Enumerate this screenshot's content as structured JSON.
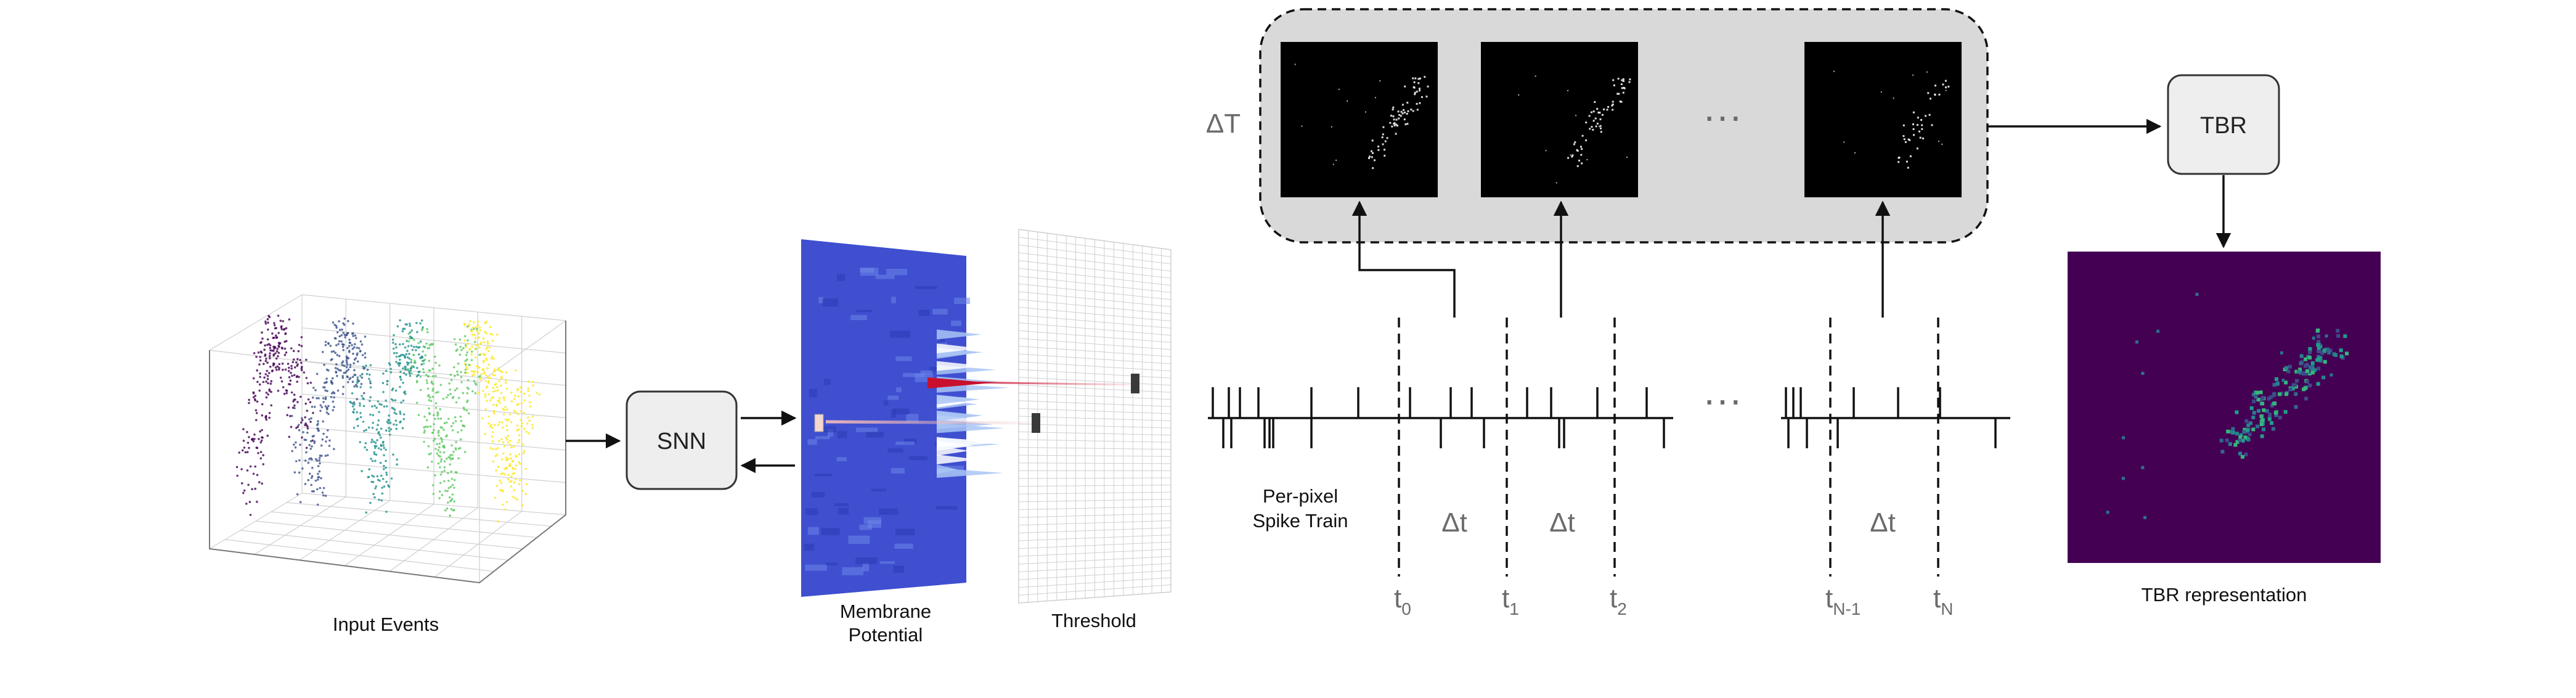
{
  "labels": {
    "input_events": "Input Events",
    "snn": "SNN",
    "membrane_line1": "Membrane",
    "membrane_line2": "Potential",
    "threshold": "Threshold",
    "per_pixel_line1": "Per-pixel",
    "per_pixel_line2": "Spike Train",
    "delta_T": "ΔT",
    "delta_t": "Δt",
    "ellipsis": "···",
    "tbr": "TBR",
    "tbr_representation": "TBR representation"
  },
  "time_marks": [
    {
      "base": "t",
      "sub": "0"
    },
    {
      "base": "t",
      "sub": "1"
    },
    {
      "base": "t",
      "sub": "2"
    },
    {
      "base": "t",
      "sub": "N-1"
    },
    {
      "base": "t",
      "sub": "N"
    }
  ],
  "colors": {
    "membrane_blue": "#3f4fd0",
    "tbr_background": "#440154",
    "frame_background": "#000000",
    "group_background": "#d9d9d9",
    "box_fill": "#eeeeee",
    "event_colormap": [
      "#440154",
      "#3b528b",
      "#21918c",
      "#5ec962",
      "#fde725"
    ]
  }
}
